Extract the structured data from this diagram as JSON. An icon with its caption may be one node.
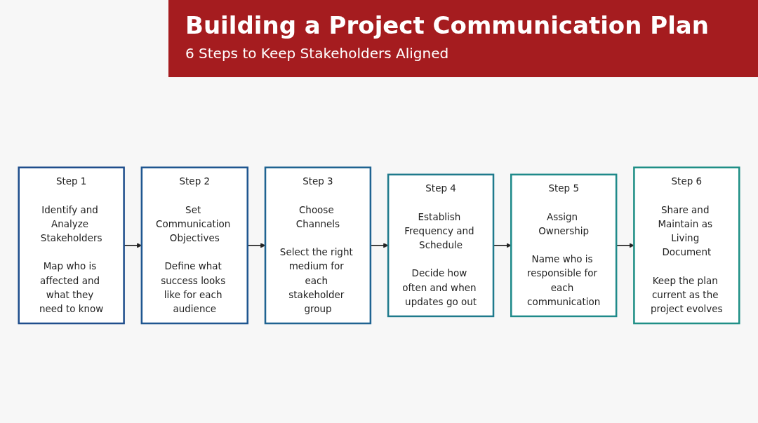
{
  "diagram": {
    "title": "Building a Project Communication Plan",
    "caption": "6 Steps to Keep Stakeholders Aligned",
    "nodes": [
      {
        "text": [
          "Step 1",
          "Identify and Analyze Stakeholders",
          "Map who is affected and what they need to know"
        ]
      },
      {
        "text": [
          "Step 2",
          "Set Communication Objectives",
          "Define what success looks like for each audience"
        ]
      },
      {
        "text": [
          "Step 3",
          "Choose Channels",
          "Select the right medium for each stakeholder group"
        ]
      },
      {
        "text": [
          "Step 4",
          "Establish Frequency and Schedule",
          "Decide how often and when updates go out"
        ]
      },
      {
        "text": [
          "Step 5",
          "Assign Ownership",
          "Name who is responsible for each communication"
        ]
      },
      {
        "text": [
          "Step 6",
          "Share and Maintain as Living Document",
          "Keep the plan current as the project evolves"
        ]
      }
    ],
    "edges": [
      {
        "from": 0,
        "to": 1,
        "arrow": "to"
      },
      {
        "from": 1,
        "to": 2,
        "arrow": "to"
      },
      {
        "from": 2,
        "to": 3,
        "arrow": "to"
      },
      {
        "from": 3,
        "to": 4,
        "arrow": "to"
      },
      {
        "from": 4,
        "to": 5,
        "arrow": "to"
      }
    ]
  }
}
